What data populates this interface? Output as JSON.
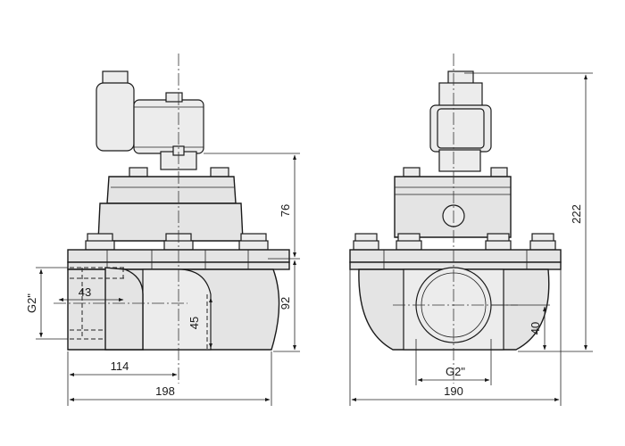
{
  "drawing": {
    "front_view": {
      "dims": {
        "thread": "G2\"",
        "port_depth": "43",
        "outlet_height": "45",
        "outlet_offset": "114",
        "total_length": "198",
        "upper_height": "76",
        "lower_height": "92"
      }
    },
    "side_view": {
      "dims": {
        "total_height": "222",
        "port_center": "40",
        "thread": "G2\"",
        "total_width": "190"
      }
    }
  }
}
